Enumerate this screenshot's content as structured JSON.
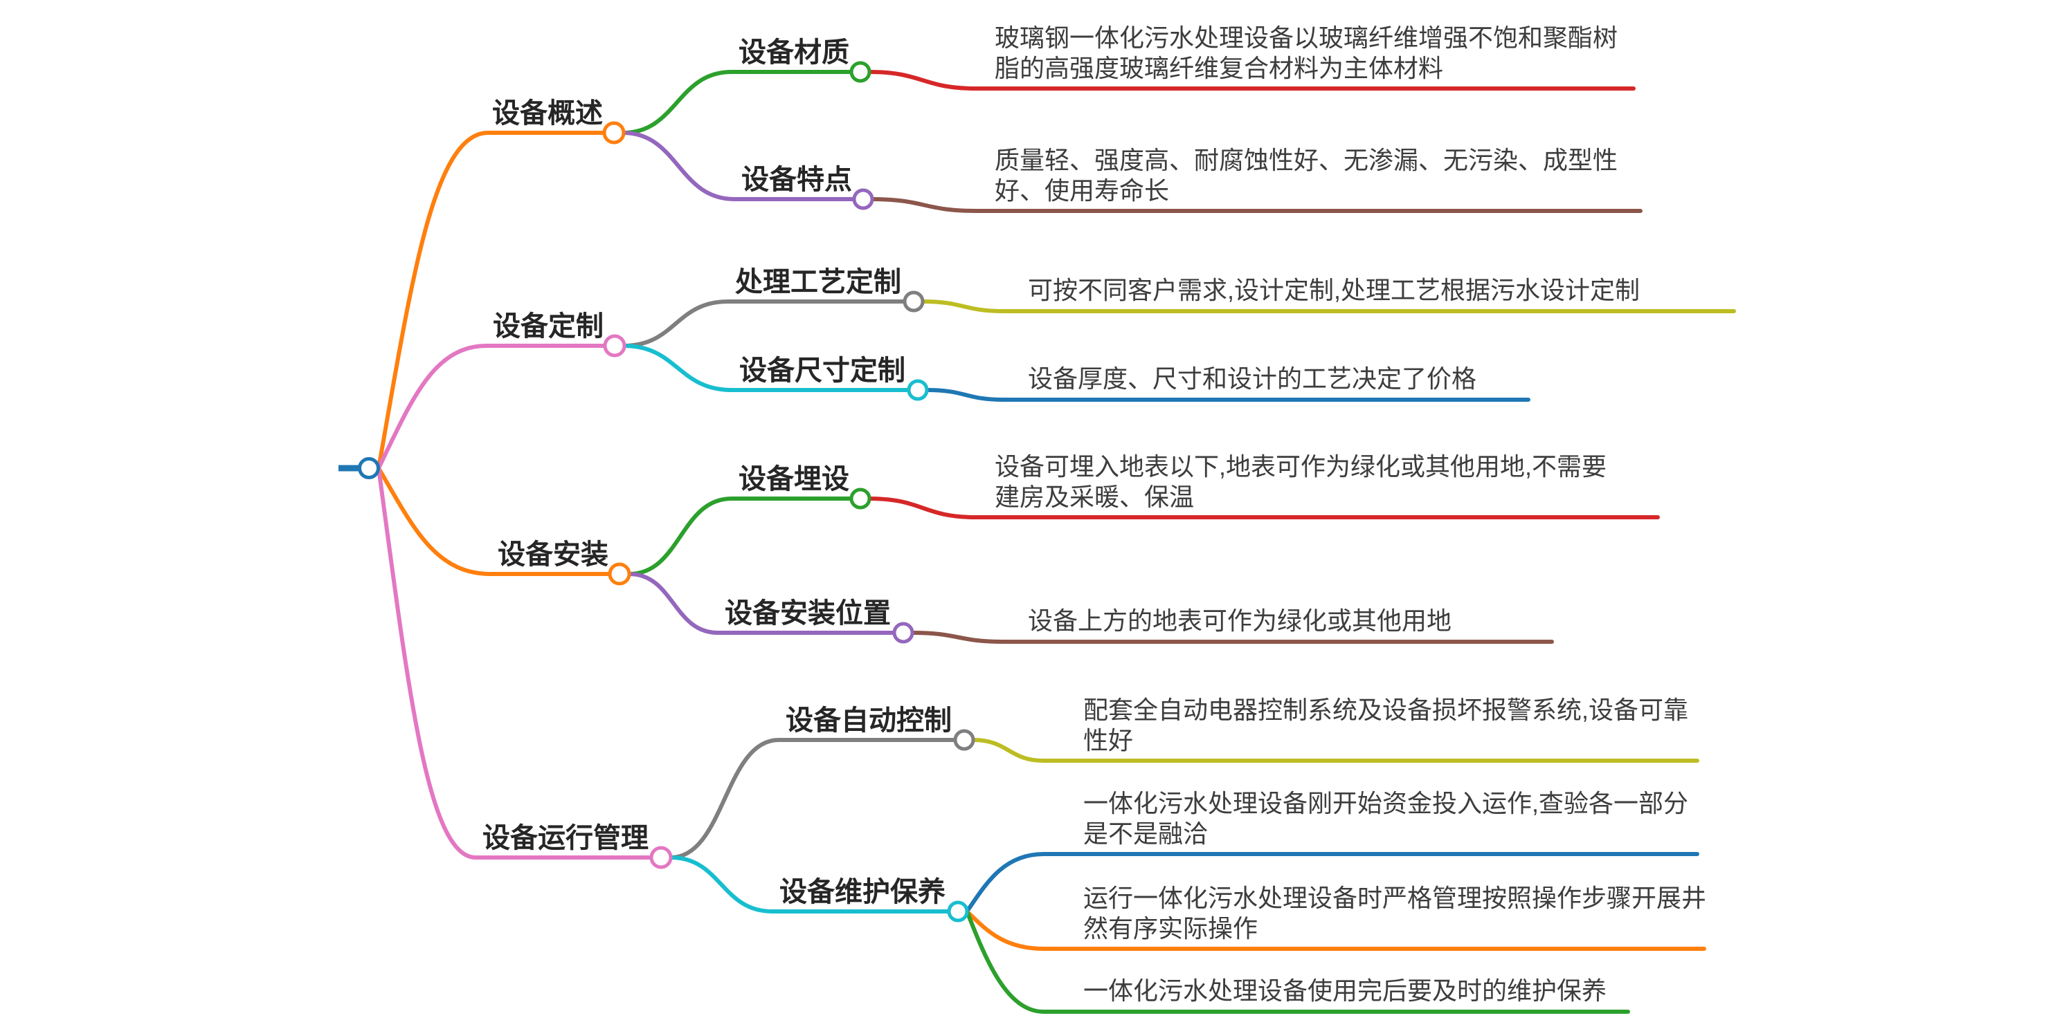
{
  "palette": {
    "blue": "#1f77b4",
    "orange": "#ff7f0e",
    "green": "#2ca02c",
    "red": "#d62728",
    "purple": "#9467bd",
    "brown": "#8c564b",
    "pink": "#e377c2",
    "gray": "#7f7f7f",
    "olive": "#bcbd22",
    "cyan": "#17becf"
  },
  "root": {
    "color": "#1f77b4"
  },
  "branches": [
    {
      "label": "设备概述",
      "color": "#ff7f0e",
      "children": [
        {
          "label": "设备材质",
          "color": "#2ca02c",
          "leaves": [
            {
              "color": "#d62728",
              "text": "玻璃钢一体化污水处理设备以玻璃纤维增强不饱和聚酯树\n脂的高强度玻璃纤维复合材料为主体材料"
            }
          ]
        },
        {
          "label": "设备特点",
          "color": "#9467bd",
          "leaves": [
            {
              "color": "#8c564b",
              "text": "质量轻、强度高、耐腐蚀性好、无渗漏、无污染、成型性\n好、使用寿命长"
            }
          ]
        }
      ]
    },
    {
      "label": "设备定制",
      "color": "#e377c2",
      "children": [
        {
          "label": "处理工艺定制",
          "color": "#7f7f7f",
          "leaves": [
            {
              "color": "#bcbd22",
              "text": "可按不同客户需求,设计定制,处理工艺根据污水设计定制"
            }
          ]
        },
        {
          "label": "设备尺寸定制",
          "color": "#17becf",
          "leaves": [
            {
              "color": "#1f77b4",
              "text": "设备厚度、尺寸和设计的工艺决定了价格"
            }
          ]
        }
      ]
    },
    {
      "label": "设备安装",
      "color": "#ff7f0e",
      "children": [
        {
          "label": "设备埋设",
          "color": "#2ca02c",
          "leaves": [
            {
              "color": "#d62728",
              "text": "设备可埋入地表以下,地表可作为绿化或其他用地,不需要\n建房及采暖、保温"
            }
          ]
        },
        {
          "label": "设备安装位置",
          "color": "#9467bd",
          "leaves": [
            {
              "color": "#8c564b",
              "text": "设备上方的地表可作为绿化或其他用地"
            }
          ]
        }
      ]
    },
    {
      "label": "设备运行管理",
      "color": "#e377c2",
      "children": [
        {
          "label": "设备自动控制",
          "color": "#7f7f7f",
          "leaves": [
            {
              "color": "#bcbd22",
              "text": "配套全自动电器控制系统及设备损坏报警系统,设备可靠\n性好"
            }
          ]
        },
        {
          "label": "设备维护保养",
          "color": "#17becf",
          "leaves": [
            {
              "color": "#1f77b4",
              "text": "一体化污水处理设备刚开始资金投入运作,查验各一部分\n是不是融洽"
            },
            {
              "color": "#ff7f0e",
              "text": "运行一体化污水处理设备时严格管理按照操作步骤开展井\n然有序实际操作"
            },
            {
              "color": "#2ca02c",
              "text": "一体化污水处理设备使用完后要及时的维护保养"
            }
          ]
        }
      ]
    }
  ]
}
